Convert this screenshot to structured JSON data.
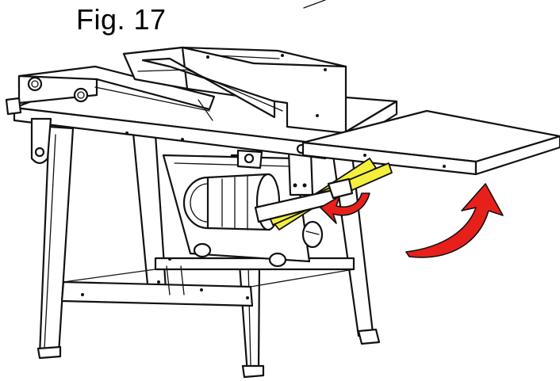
{
  "figure": {
    "label": "Fig. 17"
  },
  "colors": {
    "line": "#111111",
    "support_arm": "#f3ef3c",
    "arrow": "#e8201c",
    "arrow_outline": "#111111",
    "background": "#ffffff"
  },
  "icons": {
    "rotate_arrow_large": "curved-arrow-up",
    "rotate_arrow_small": "curved-arrow-left"
  }
}
